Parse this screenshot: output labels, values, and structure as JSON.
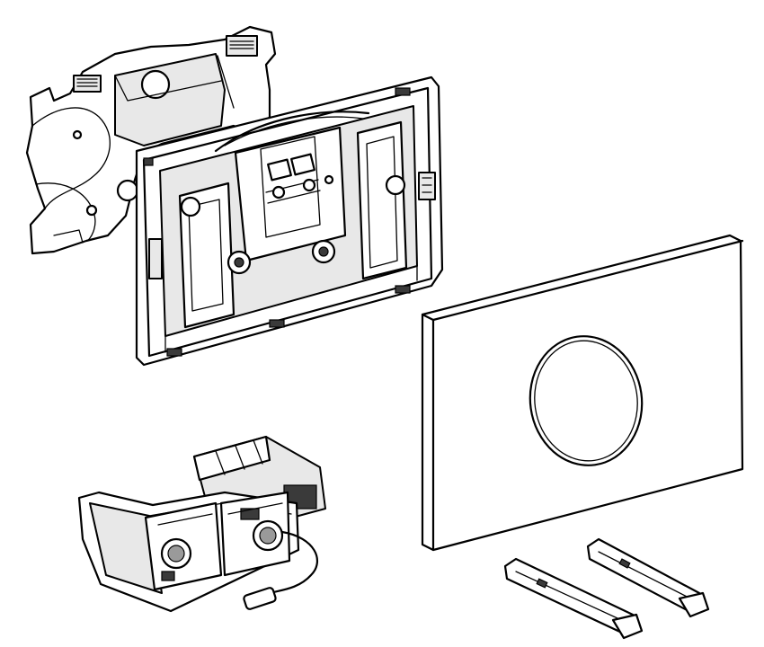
{
  "diagram": {
    "components": [
      {
        "id": "mounting-bracket",
        "icon": "mounting-bracket-icon"
      },
      {
        "id": "installation-frame",
        "icon": "installation-frame-icon"
      },
      {
        "id": "actuator-plate",
        "icon": "actuator-plate-icon"
      },
      {
        "id": "control-unit",
        "icon": "control-unit-icon"
      },
      {
        "id": "actuator-rod-left",
        "icon": "actuator-rod-icon"
      },
      {
        "id": "actuator-rod-right",
        "icon": "actuator-rod-icon"
      }
    ],
    "colors": {
      "line": "#000000",
      "fill_light": "#e8e8e8",
      "fill_dark": "#3a3a3a",
      "background": "#ffffff"
    }
  }
}
